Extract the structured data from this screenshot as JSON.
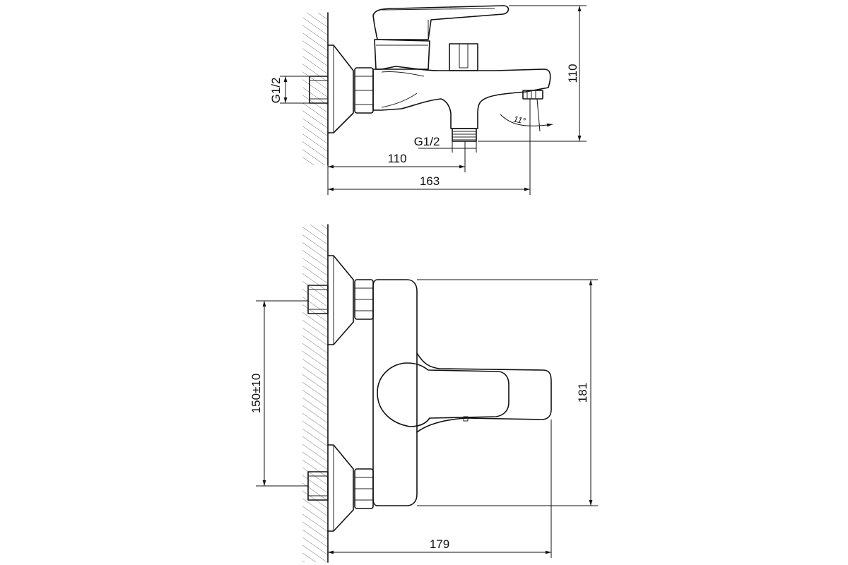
{
  "side_view": {
    "thread_inlet": "G1/2",
    "thread_outlet": "G1/2",
    "height": "110",
    "outlet_distance": "110",
    "total_depth": "163",
    "spout_angle": "11°"
  },
  "top_view": {
    "center_distance": "150±10",
    "width": "181",
    "depth": "179"
  }
}
